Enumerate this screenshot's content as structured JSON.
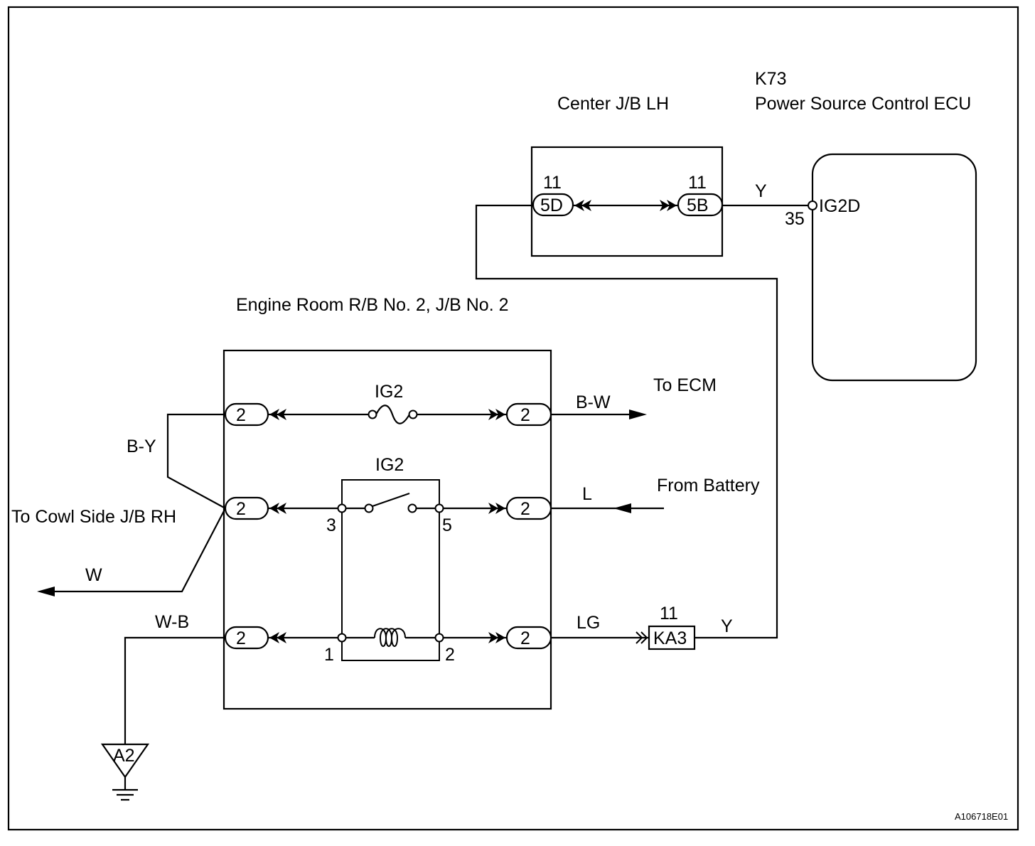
{
  "labels": {
    "k73_code": "K73",
    "ecu_name": "Power Source Control ECU",
    "center_jb": "Center J/B LH",
    "engine_room": "Engine Room R/B No. 2, J/B No. 2",
    "to_ecm": "To ECM",
    "from_battery": "From Battery",
    "to_cowl": "To Cowl Side J/B RH",
    "fuse_name": "IG2",
    "relay_name": "IG2",
    "figure_code": "A106718E01"
  },
  "center_jb": {
    "left_pin": "11",
    "left_conn": "5D",
    "right_pin": "11",
    "right_conn": "5B"
  },
  "ecu": {
    "terminal": "IG2D",
    "pin": "35"
  },
  "wires": {
    "y_top": "Y",
    "y_bottom": "Y",
    "b_w": "B-W",
    "l": "L",
    "lg": "LG",
    "b_y": "B-Y",
    "w": "W",
    "w_b": "W-B"
  },
  "rb_connectors": {
    "c1": "2",
    "c2": "2",
    "c3": "2",
    "c4": "2",
    "c5": "2",
    "c6": "2"
  },
  "relay_pins": {
    "p3": "3",
    "p5": "5",
    "p1": "1",
    "p2": "2"
  },
  "ka3": {
    "pin": "11",
    "name": "KA3"
  },
  "ground": {
    "name": "A2"
  }
}
